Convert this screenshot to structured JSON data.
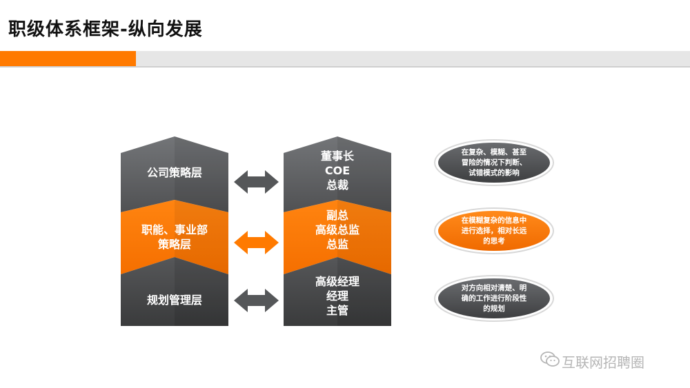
{
  "title": "职级体系框架-纵向发展",
  "colors": {
    "accent": "#ff7a00",
    "dark_top": "#6d6f72",
    "dark_bottom": "#444547"
  },
  "layers": [
    {
      "left": [
        "公司策略层"
      ],
      "right": [
        "董事长",
        "COE",
        "总裁"
      ],
      "note": [
        "在复杂、模糊、甚至",
        "冒险的情况下判断、",
        "试错模式的影响"
      ]
    },
    {
      "left": [
        "职能、事业部",
        "策略层"
      ],
      "right": [
        "副总",
        "高级总监",
        "总监"
      ],
      "note": [
        "在模糊复杂的信息中",
        "进行选择，相对长远",
        "的思考"
      ]
    },
    {
      "left": [
        "规划管理层"
      ],
      "right": [
        "高级经理",
        "经理",
        "主管"
      ],
      "note": [
        "对方向相对清楚、明",
        "确的工作进行阶段性",
        "的规划"
      ]
    }
  ],
  "icons": {
    "arrow": "double-arrow-icon",
    "watermark": "wechat-icon"
  },
  "watermark": "互联网招聘圈"
}
